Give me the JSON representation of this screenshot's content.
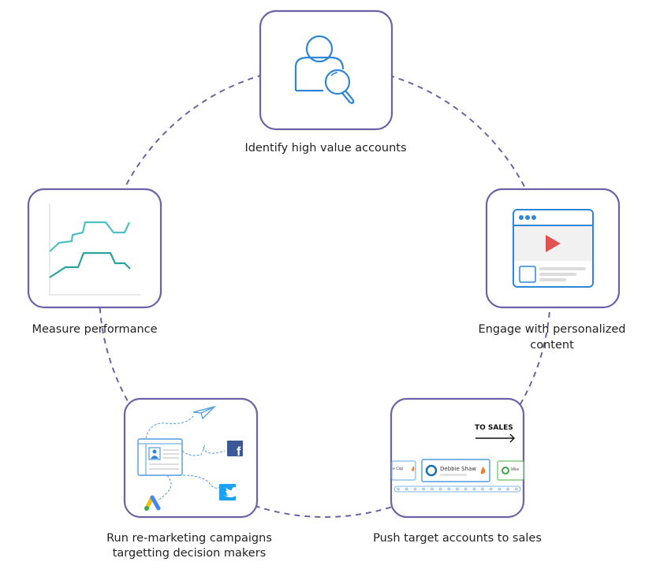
{
  "steps": [
    {
      "id": "identify",
      "label_lines": [
        "Identify high value accounts"
      ],
      "icon": "user-search-icon"
    },
    {
      "id": "engage",
      "label_lines": [
        "Engage with personalized",
        "content"
      ],
      "icon": "video-page-icon"
    },
    {
      "id": "push",
      "label_lines": [
        "Push target accounts to sales"
      ],
      "icon": "sales-conveyor-icon",
      "illustration": {
        "heading": "TO SALES",
        "cards": [
          "e Cap",
          "Debbie Shaw",
          "Mike"
        ]
      }
    },
    {
      "id": "remarket",
      "label_lines": [
        "Run re-marketing campaigns",
        "targetting decision makers"
      ],
      "icon": "campaign-channels-icon"
    },
    {
      "id": "measure",
      "label_lines": [
        "Measure performance"
      ],
      "icon": "line-chart-icon"
    }
  ],
  "colors": {
    "box_border": "#6b62a8",
    "cycle_line": "#6b62a8",
    "icon_blue": "#2f86d6",
    "play_red": "#e0524f",
    "chart_teal_light": "#4cc0c8",
    "chart_teal_dark": "#2aa39f",
    "fire_orange": "#f07b2a",
    "green_avatar": "#3aa24a"
  }
}
